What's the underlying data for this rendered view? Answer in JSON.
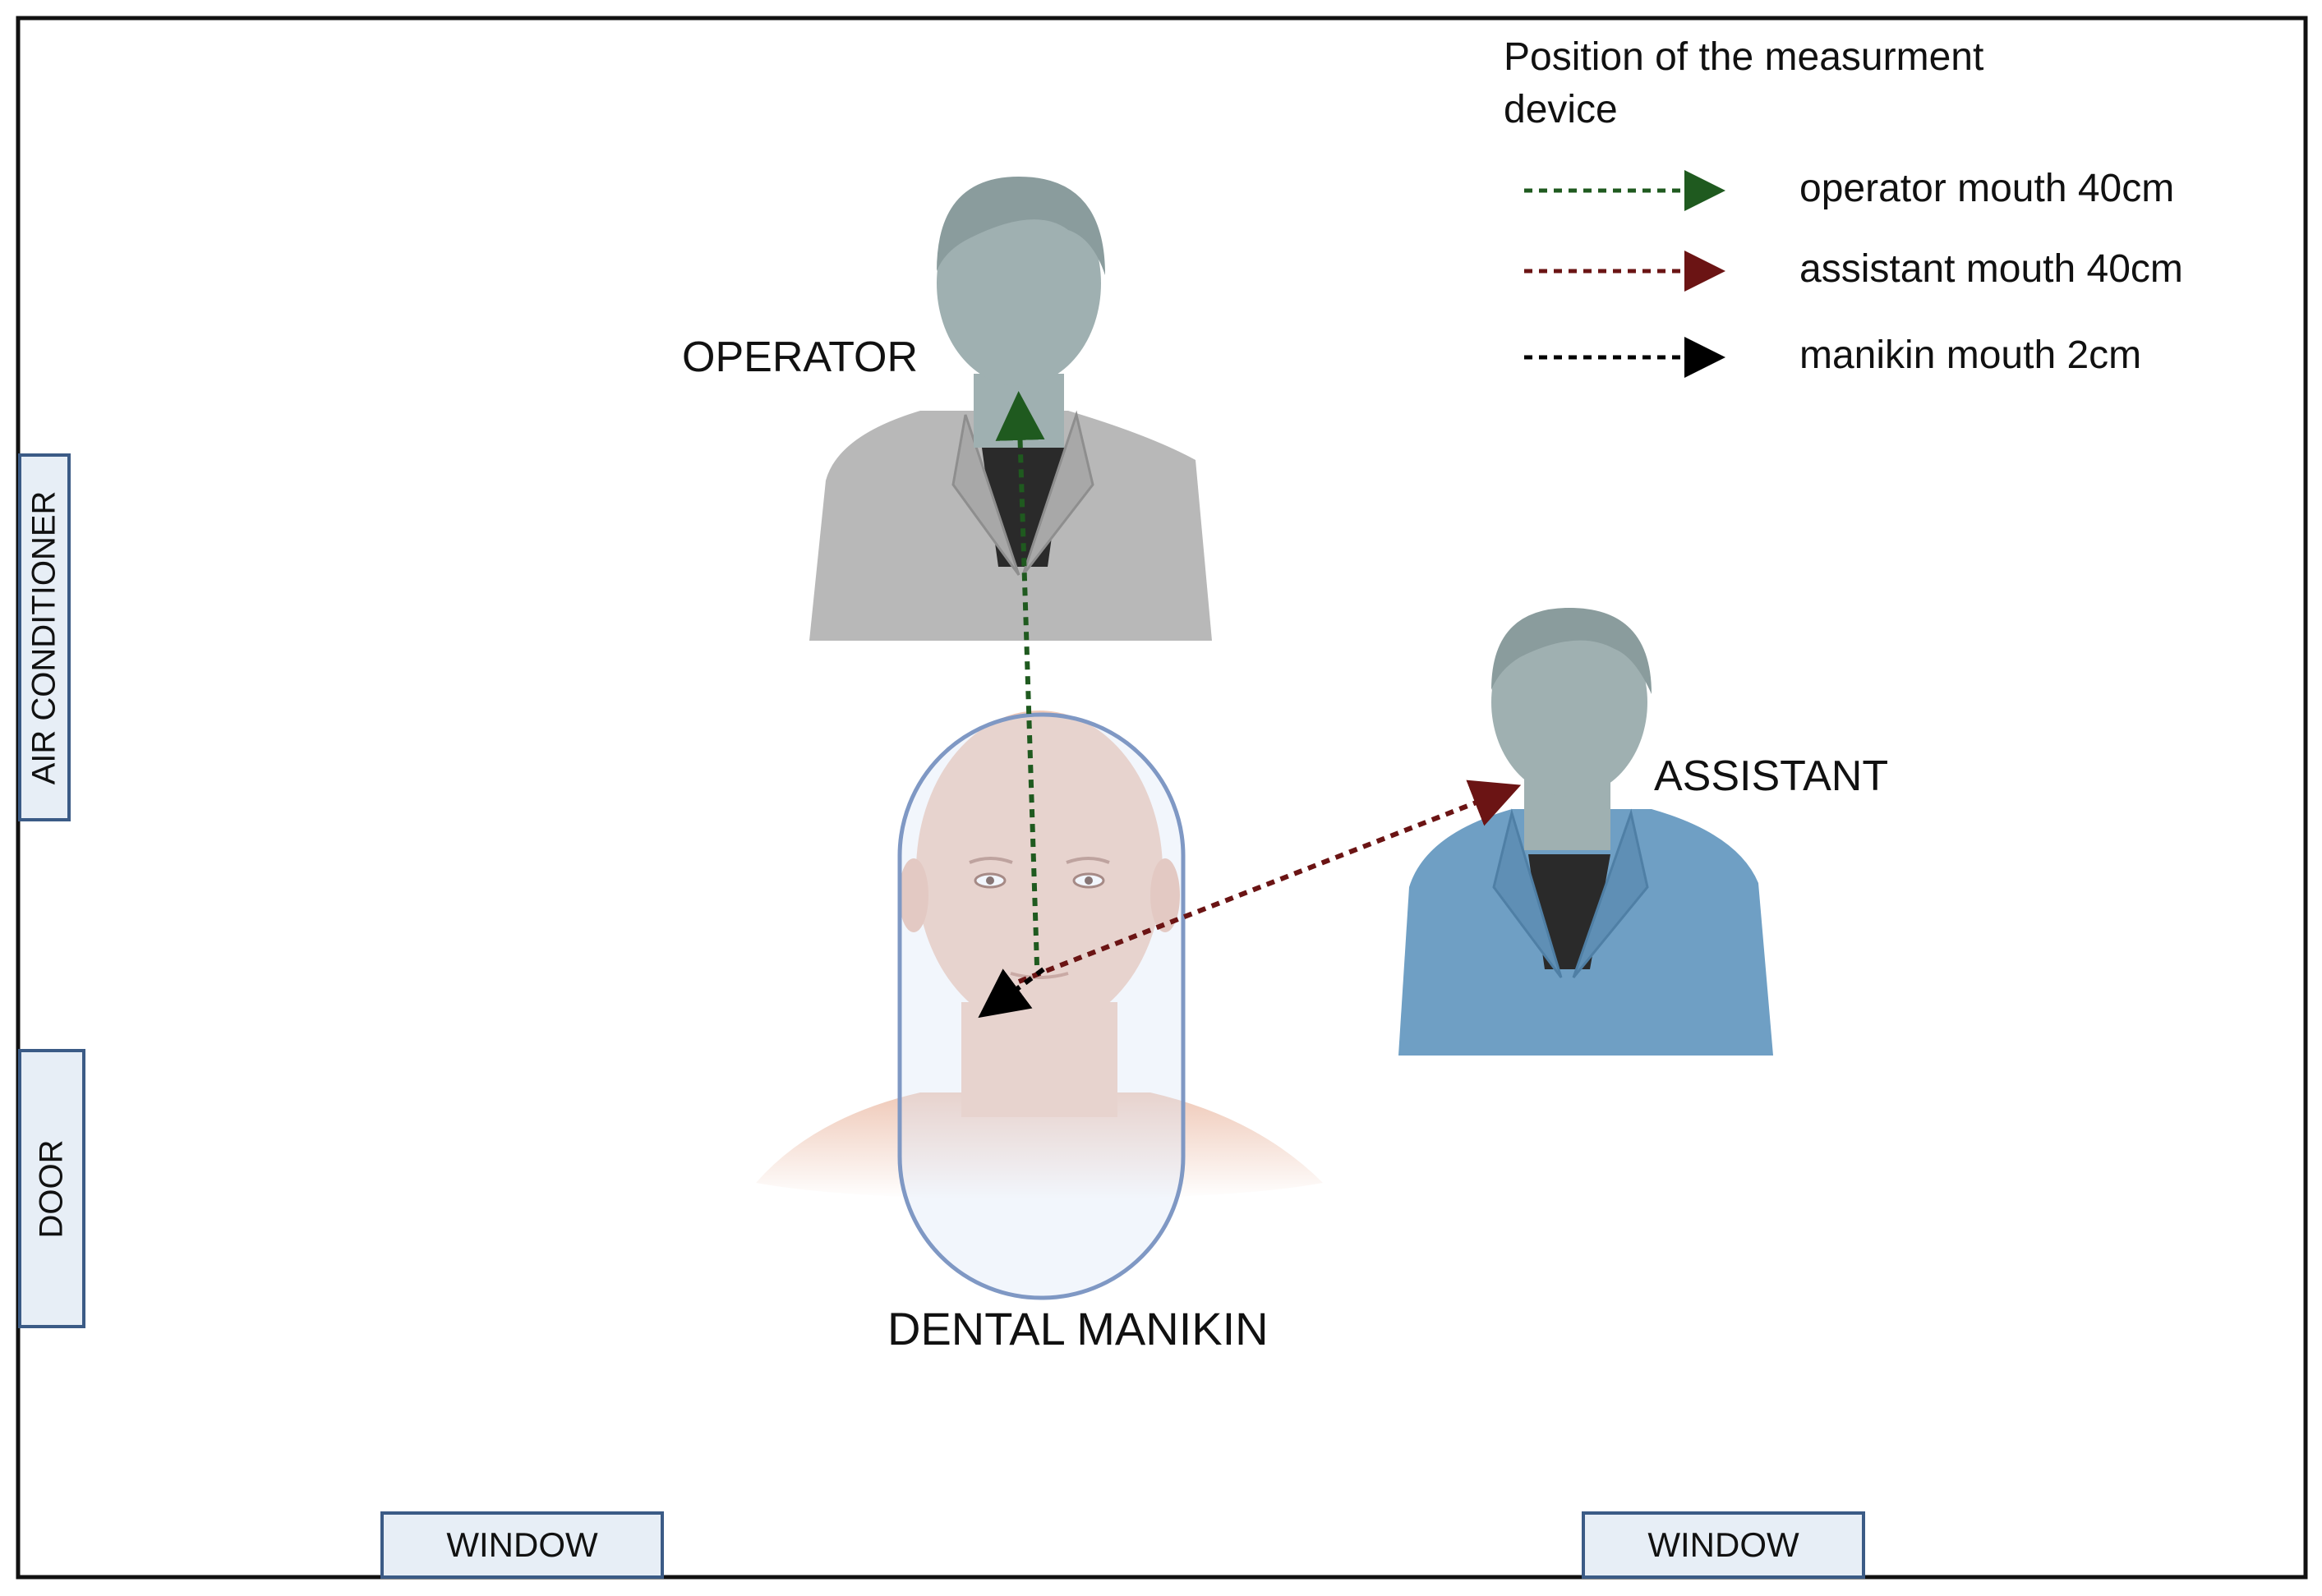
{
  "room": {
    "air_conditioner": "AIR CONDITIONER",
    "door": "DOOR",
    "window_left": "WINDOW",
    "window_right": "WINDOW"
  },
  "people": {
    "operator": "OPERATOR",
    "assistant": "ASSISTANT",
    "manikin": "DENTAL MANIKIN"
  },
  "legend": {
    "title": "Position of the measurment device",
    "items": [
      {
        "label": "operator mouth 40cm",
        "color": "#1f5a1f"
      },
      {
        "label": "assistant  mouth 40cm",
        "color": "#6b1414"
      },
      {
        "label": "manikin  mouth 2cm",
        "color": "#000000"
      }
    ]
  },
  "colors": {
    "operator_coat": "#b8b8b8",
    "assistant_coat": "#6f9fc4",
    "person_head": "#9fb0b1",
    "hair": "#8a9c9d",
    "shield": "#7f98c4",
    "skin": "#efc9b8"
  }
}
